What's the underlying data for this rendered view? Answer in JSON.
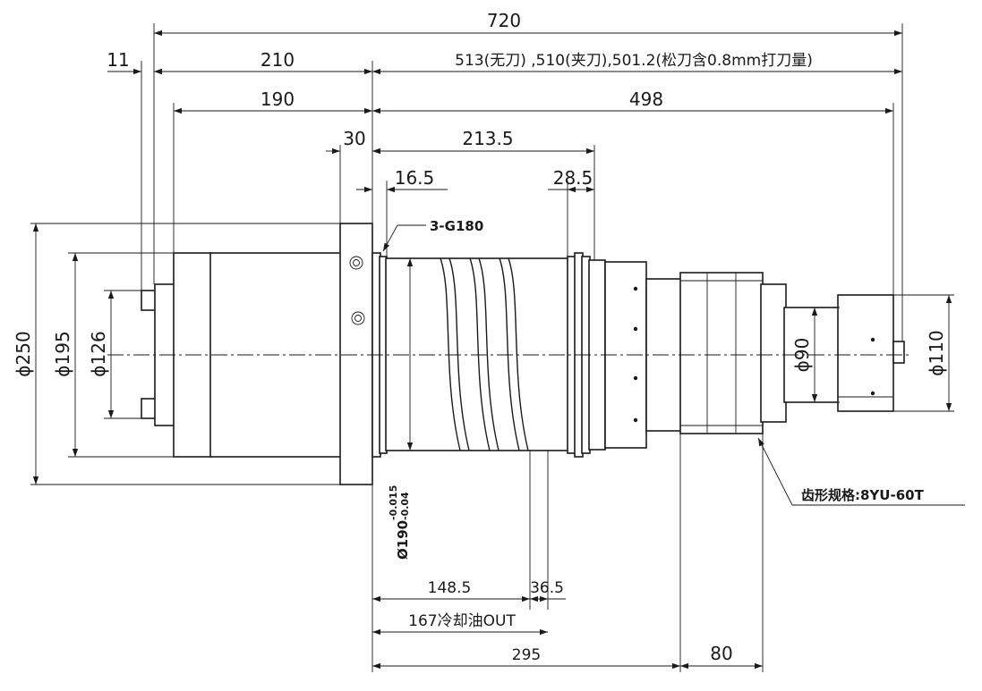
{
  "dimensions": {
    "overall_length": "720",
    "rear_offset": "11",
    "rear_to_flange": "210",
    "front_lengths": "513(无刀) ,510(夹刀),501.2(松刀含0.8mm打刀量)",
    "housing_length": "190",
    "front_to_drawbar": "498",
    "flange_width": "30",
    "sleeve_length": "213.5",
    "groove_offset": "16.5",
    "rear_groove": "28.5",
    "coolant_pos_a": "148.5",
    "coolant_pos_b": "36.5",
    "coolant_out": "167冷却油OUT",
    "front_section": "295",
    "gear_width": "80",
    "dia_250": "ϕ250",
    "dia_195": "ϕ195",
    "dia_126": "ϕ126",
    "dia_90": "ϕ90",
    "dia_110": "ϕ110",
    "dia_190": "Ø190",
    "dia_190_upper": "-0.015",
    "dia_190_lower": "-0.04"
  },
  "annotations": {
    "seal_label": "3-G180",
    "gear_spec": "齿形规格:8YU-60T"
  }
}
